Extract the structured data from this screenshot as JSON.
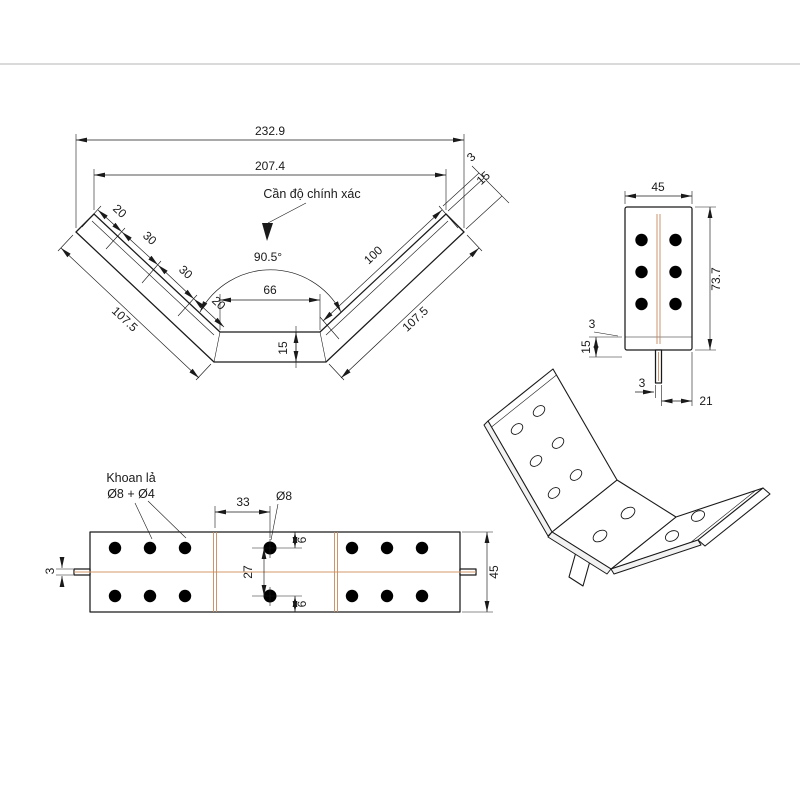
{
  "title": "V-bracket technical drawing",
  "colors": {
    "line": "#1a1a1a",
    "bend_line": "#c98a5d",
    "axis_line": "#d49a6a",
    "background": "#ffffff"
  },
  "front_view": {
    "dim_overall": "232.9",
    "dim_hole_span": "207.4",
    "dim_end_thickness": "3",
    "dim_end_hem": "15",
    "note_precision": "Cần độ chính xác",
    "dim_angle": "90.5°",
    "dim_seg_a": "20",
    "dim_seg_b": "30",
    "dim_seg_c": "30",
    "dim_center_offset": "20",
    "dim_center_flat": "66",
    "dim_right_span": "100",
    "dim_leg_left": "107.5",
    "dim_leg_right": "107.5",
    "dim_profile_height": "15"
  },
  "side_view": {
    "dim_width": "45",
    "dim_height": "73.7",
    "dim_thickness": "3",
    "dim_hem": "15",
    "dim_tab_width": "3",
    "dim_tab_offset": "21"
  },
  "flat_view": {
    "note_line1": "Khoan lả",
    "note_line2": "Ø8 + Ø4",
    "dim_hole_offset": "33",
    "label_hole": "Ø8",
    "dim_edge_top": "6",
    "dim_hole_gap": "27",
    "dim_edge_bottom": "6",
    "dim_tab_thickness": "3",
    "dim_width": "45"
  }
}
